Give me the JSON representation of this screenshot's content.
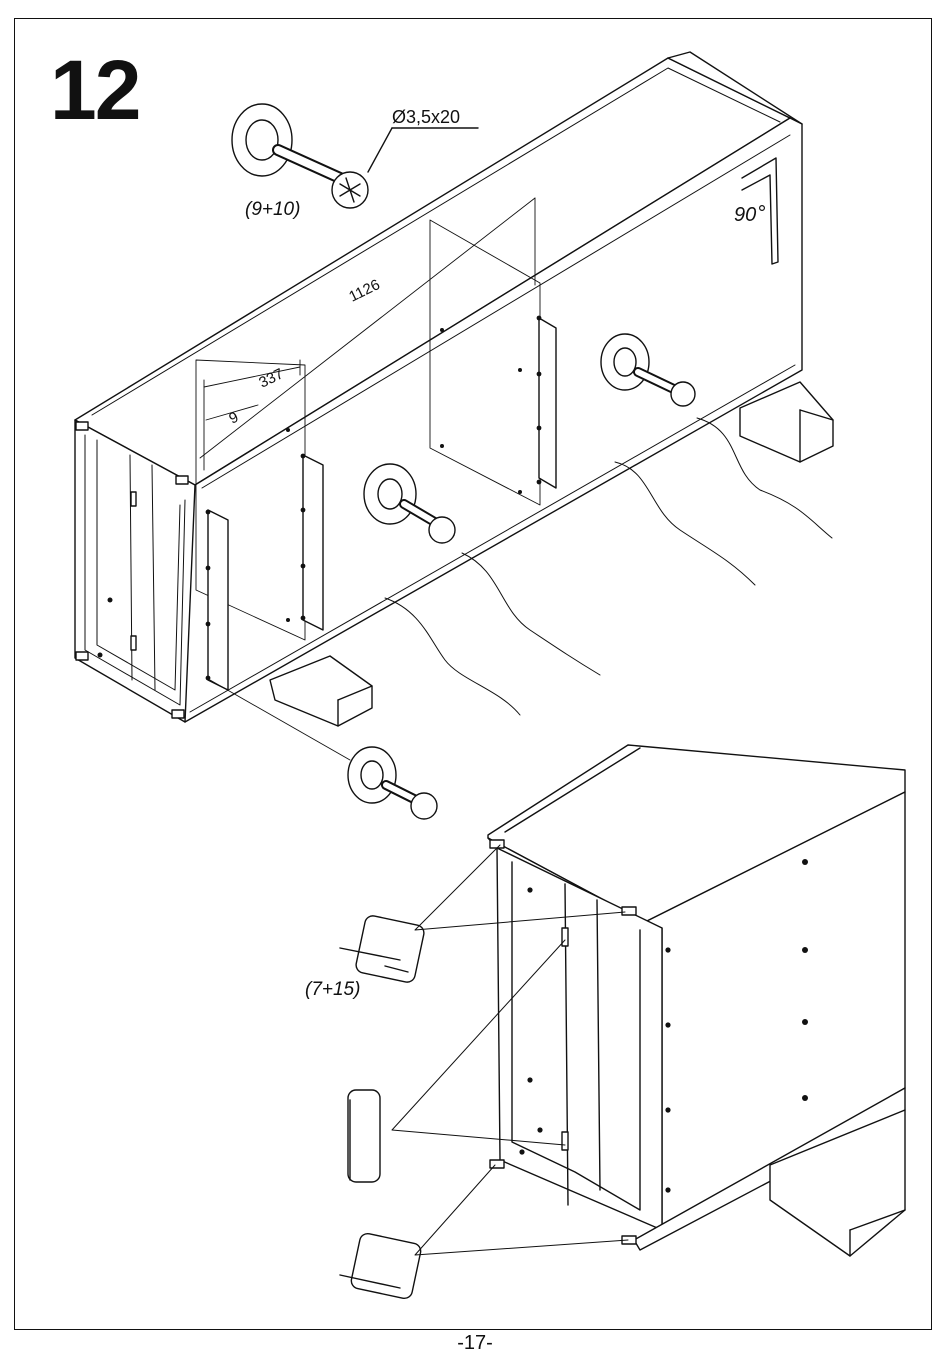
{
  "step_number": "12",
  "page_number": "-17-",
  "labels": {
    "screw_size": "Ø3,5x20",
    "screw_parts": "(9+10)",
    "angle": "90",
    "dim_total": "1126",
    "dim_partition": "337",
    "dim_offset": "9",
    "hinge_parts": "(7+15)"
  }
}
